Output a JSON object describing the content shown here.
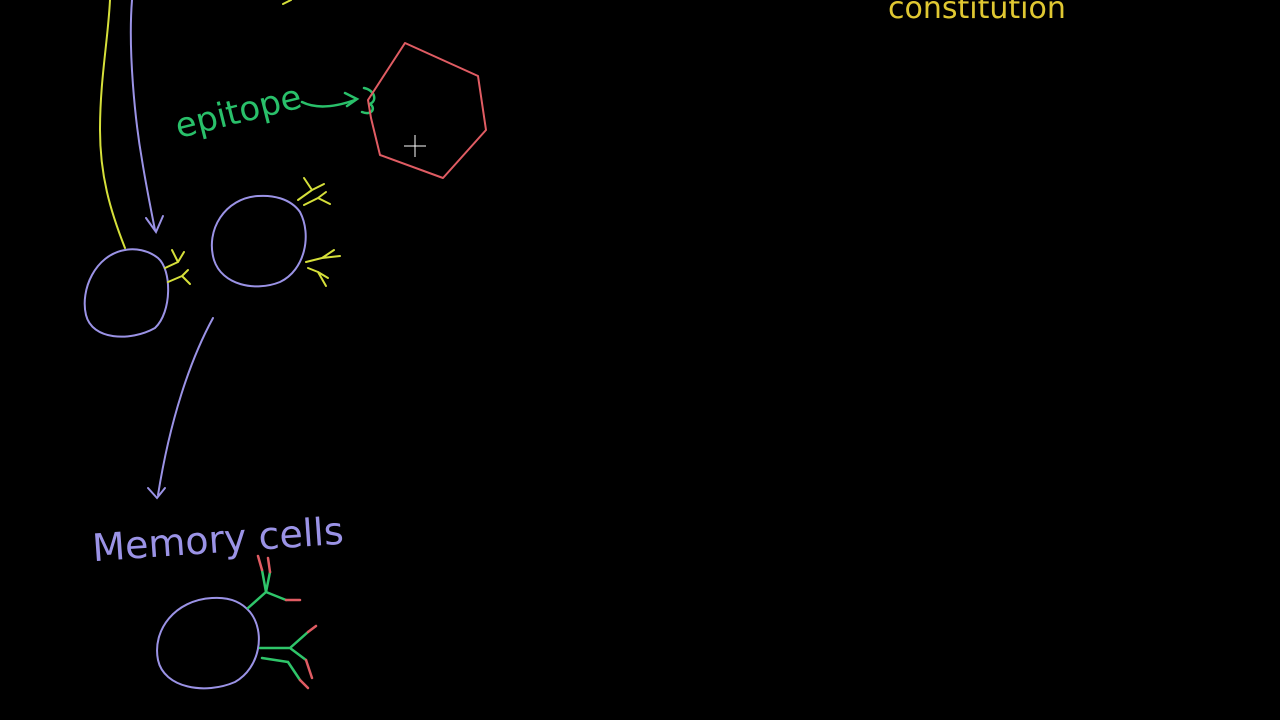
{
  "labels": {
    "epitope": "epitope",
    "memory_cells": "Memory cells",
    "top_right_fragment": "constitution"
  },
  "colors": {
    "background": "#000000",
    "cell_outline": "#9b93e6",
    "antibody_yellow": "#d6e03a",
    "antibody_green": "#2fc56a",
    "antigen_red": "#e05c63",
    "epitope_green": "#29c06a",
    "label_yellow": "#e0c832",
    "cursor": "#ffffff"
  },
  "icons": {
    "cursor": "crosshair-cursor-icon"
  }
}
